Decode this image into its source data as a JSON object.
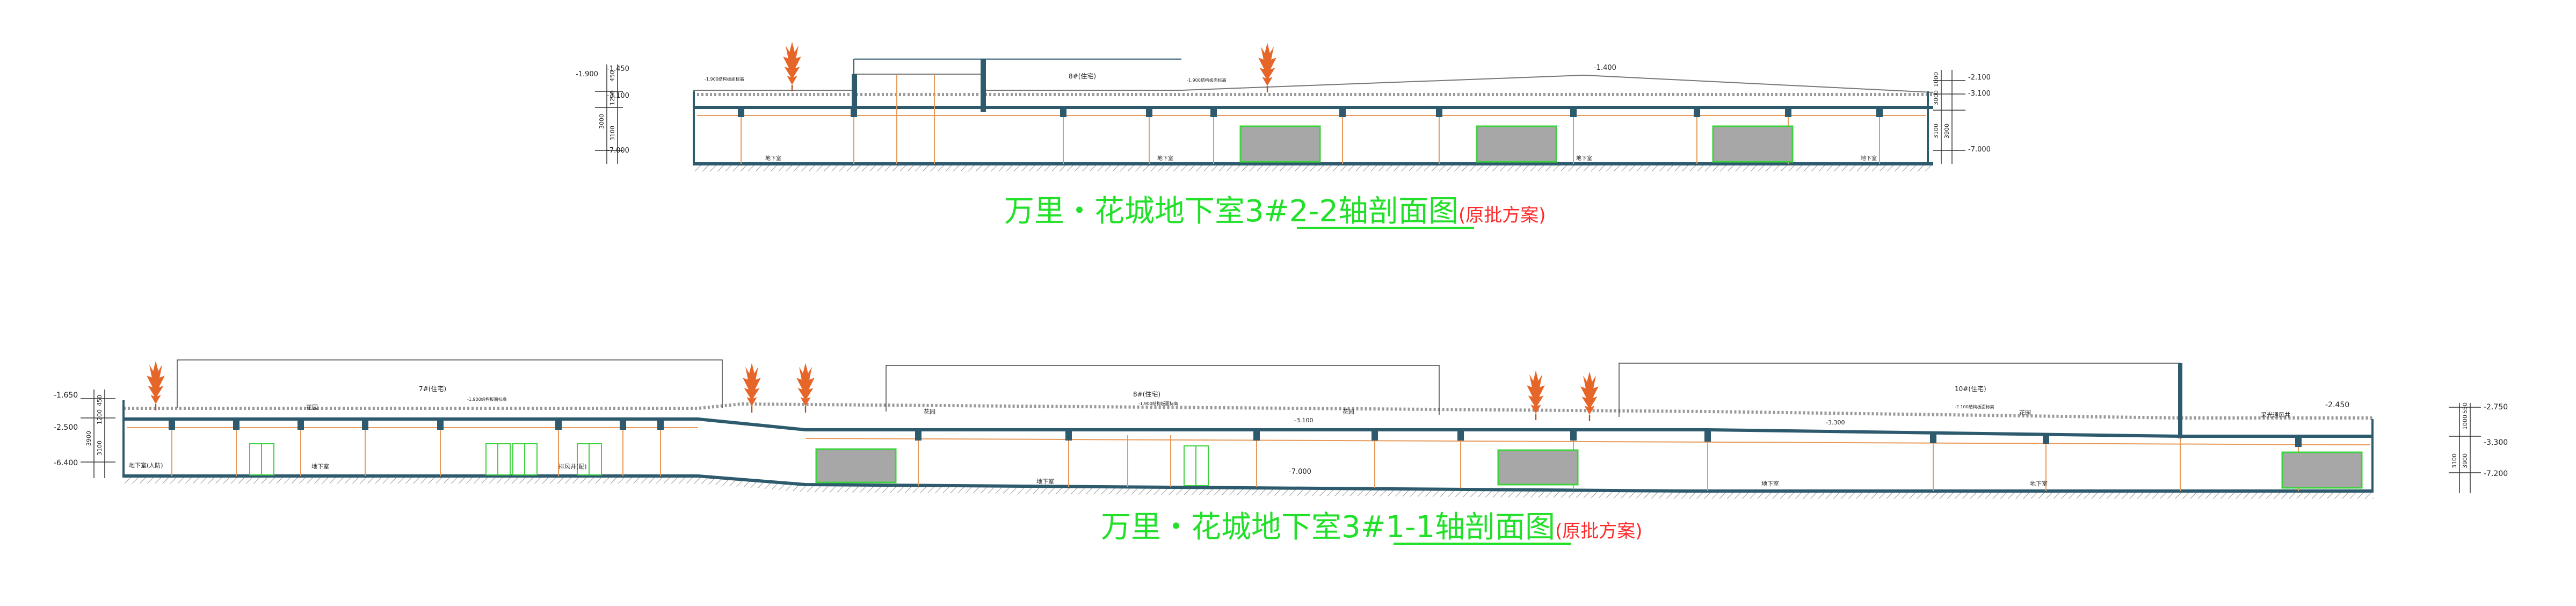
{
  "colors": {
    "title": "#22e02a",
    "note": "#ff2a2a",
    "structure": "#2e5a6e",
    "wall": "#e89a5a",
    "ground": "#9a9a9a",
    "vehicle_fill": "#a7a7a7",
    "vehicle_edge": "#3fd23f",
    "tree": "#e6662a"
  },
  "section_top": {
    "title_main": "万里・花城地下室3#",
    "title_axis": "2-2轴剖面图",
    "title_note": "(原批方案)",
    "elevations_left": [
      "-1.450",
      "-1.900",
      "-3.100",
      "-7.000"
    ],
    "dims_left": [
      "450",
      "1200",
      "3000",
      "3100"
    ],
    "elevations_right": [
      "-2.100",
      "-3.100",
      "-7.000"
    ],
    "dims_right": [
      "1000",
      "3000",
      "3100",
      "3900"
    ],
    "elevation_mid": "-1.400",
    "building_labels": [
      "8#(住宅)"
    ],
    "floor_labels": [
      "-1.900结构板面标高",
      "-1.900结构板面标高"
    ],
    "room_labels": [
      "地下室",
      "地下室",
      "地下室",
      "地下室"
    ]
  },
  "section_bottom": {
    "title_main": "万里・花城地下室3#",
    "title_axis": "1-1轴剖面图",
    "title_note": "(原批方案)",
    "elevations_left": [
      "-1.650",
      "-2.500",
      "-6.400"
    ],
    "dims_left": [
      "450",
      "1200",
      "3900",
      "3100"
    ],
    "elevations_right": [
      "-2.750",
      "-3.300",
      "-7.200"
    ],
    "dims_right": [
      "550",
      "1000",
      "3100",
      "3900"
    ],
    "elevations_mid": [
      "-2.450",
      "-3.100",
      "-3.300",
      "-7.000"
    ],
    "building_labels": [
      "7#(住宅)",
      "8#(住宅)",
      "10#(住宅)"
    ],
    "floor_labels": [
      "-1.900结构板面标高",
      "-1.900结构板面标高",
      "-2.100结构板面标高"
    ],
    "area_labels": [
      "花园",
      "花园",
      "花园",
      "花园"
    ],
    "room_labels": [
      "地下室(人防)",
      "地下室",
      "地下室",
      "地下室",
      "地下室",
      "采光通风井"
    ],
    "shaft_label": "排风井(配)"
  }
}
